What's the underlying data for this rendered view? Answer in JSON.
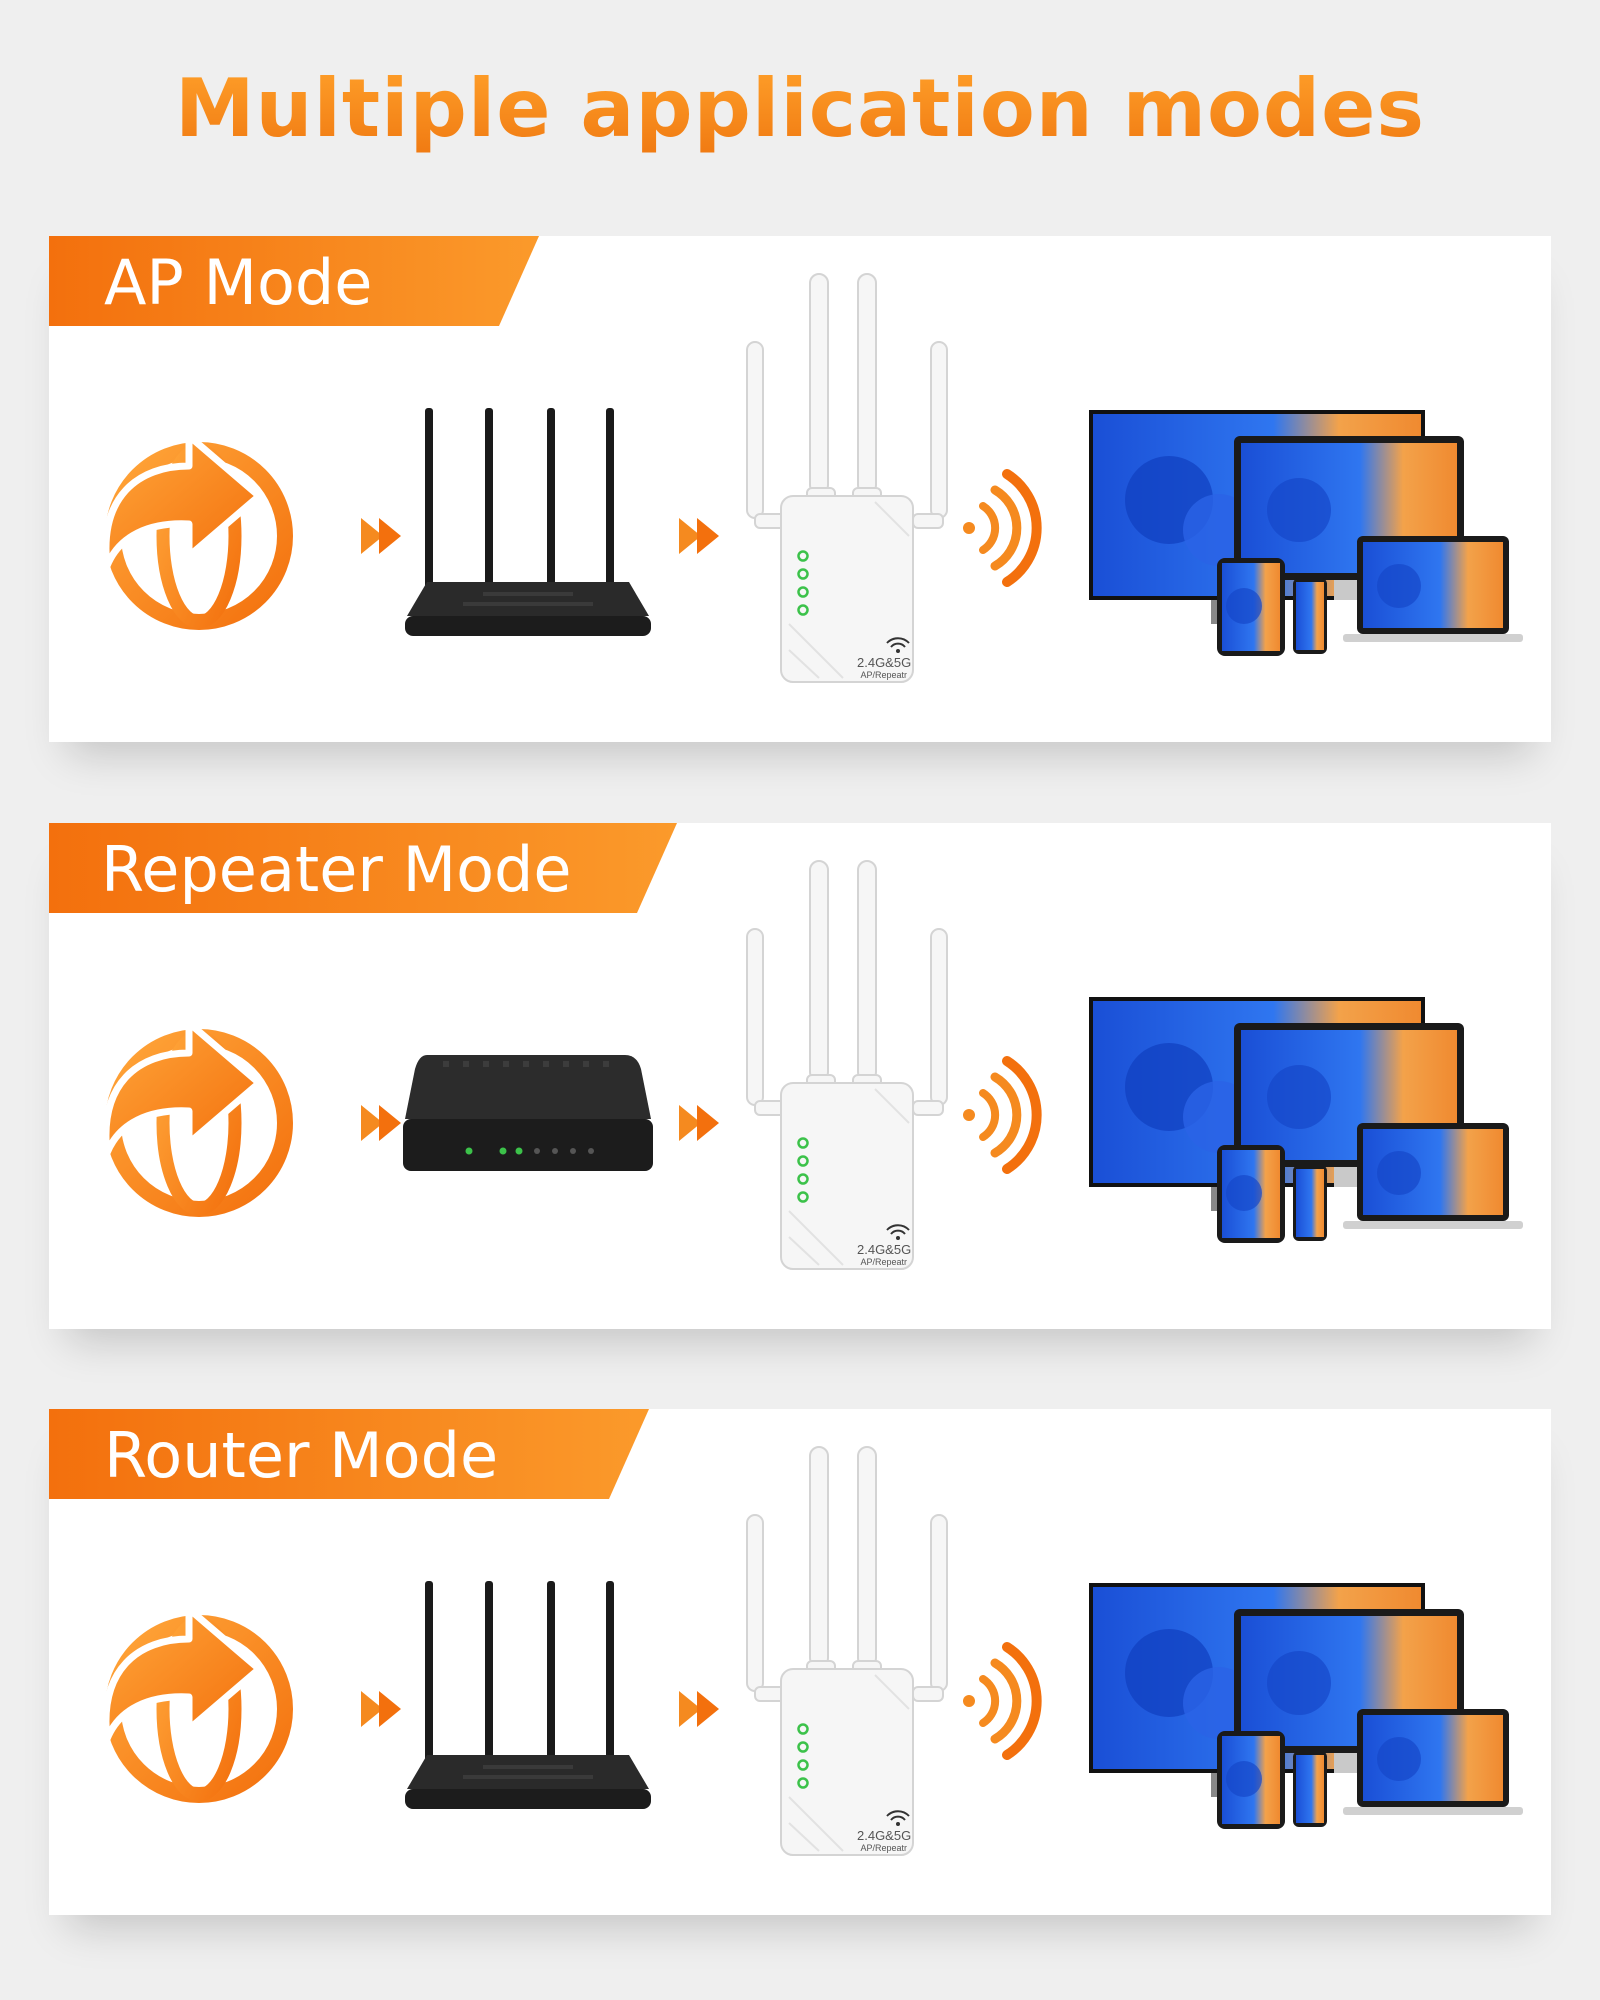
{
  "page": {
    "title": "Multiple application modes"
  },
  "colors": {
    "accent": "#f58a1f",
    "accent_dark": "#f3700d",
    "router_black": "#1c1c1c",
    "extender_white": "#ffffff",
    "led_green": "#3cc24a",
    "screen_blue": "#1f5fe0",
    "screen_orange": "#f08a30"
  },
  "modes": [
    {
      "label": "AP Mode",
      "source_device": "router-with-antennas"
    },
    {
      "label": "Repeater Mode",
      "source_device": "network-switch"
    },
    {
      "label": "Router Mode",
      "source_device": "router-with-antennas"
    }
  ],
  "extender": {
    "band_label": "2.4G&5G",
    "mode_label": "AP/Repeatr"
  },
  "icons": {
    "internet": "internet-globe-icon",
    "arrow": "double-arrow-icon",
    "wifi": "wifi-signal-icon",
    "devices": "client-devices-icon"
  }
}
